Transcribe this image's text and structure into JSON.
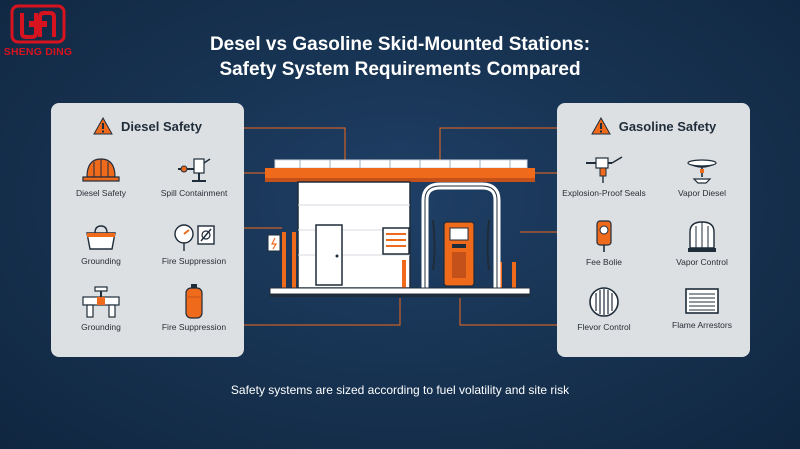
{
  "brand": {
    "name": "SHENG DING",
    "color": "#d7131f"
  },
  "title": {
    "line1": "Desel vs Gasoline Skid-Mounted Stations:",
    "line2": "Safety System Requirements Compared"
  },
  "left_panel": {
    "heading": "Diesel Safety",
    "heading_icon": "warning-icon",
    "items": [
      {
        "label": "Diesel Safety",
        "icon": "hard-hat-icon"
      },
      {
        "label": "Spill Containment",
        "icon": "spill-valve-icon"
      },
      {
        "label": "Grounding",
        "icon": "containment-tray-icon"
      },
      {
        "label": "Fire Suppression",
        "icon": "gauge-icon"
      },
      {
        "label": "Grounding",
        "icon": "pipe-valve-icon"
      },
      {
        "label": "Fire Suppression",
        "icon": "extinguisher-icon"
      }
    ]
  },
  "right_panel": {
    "heading": "Gasoline Safety",
    "heading_icon": "warning-icon",
    "items": [
      {
        "label": "Explosion-Proof Seals",
        "icon": "seal-valve-icon"
      },
      {
        "label": "Vapor Diesel",
        "icon": "vapor-dish-icon"
      },
      {
        "label": "Fee Bolie",
        "icon": "sensor-icon"
      },
      {
        "label": "Vapor Control",
        "icon": "dome-tank-icon"
      },
      {
        "label": "Flevor Control",
        "icon": "vent-grille-icon"
      },
      {
        "label": "Flame Arrestors",
        "icon": "arrestor-grille-icon"
      }
    ]
  },
  "caption": "Safety systems are sized according to fuel volatility and site risk",
  "colors": {
    "background": "#16314f",
    "panel": "#dde0e3",
    "accent_orange": "#f06a1c",
    "warning": "#f06a1c",
    "connector": "#f06a1c"
  }
}
